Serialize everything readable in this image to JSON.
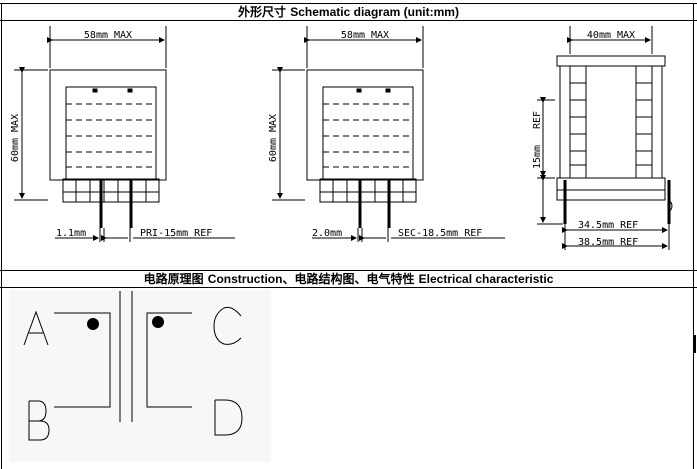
{
  "section1": {
    "title_cn": "外形尺寸",
    "title_en": "Schematic diagram (unit:mm)"
  },
  "view1": {
    "width": "58mm  MAX",
    "height": "60mm  MAX",
    "pin_dia": "1.1mm",
    "pin_len": "PRI-15mm   REF"
  },
  "view2": {
    "width": "58mm  MAX",
    "height": "60mm  MAX",
    "pin_dia": "2.0mm",
    "pin_len": "SEC-18.5mm   REF"
  },
  "view3": {
    "width": "40mm  MAX",
    "ref": "REF",
    "pin_len": "15mm",
    "span1": "34.5mm  REF",
    "span2": "38.5mm  REF"
  },
  "section2": {
    "title_cn1": "电路原理图",
    "title_en1": "Construction",
    "title_cn2": "、电路结构图、电气特性",
    "title_en2": "Electrical characteristic"
  },
  "circuit": {
    "a": "A",
    "b": "B",
    "c": "C",
    "d": "D"
  }
}
